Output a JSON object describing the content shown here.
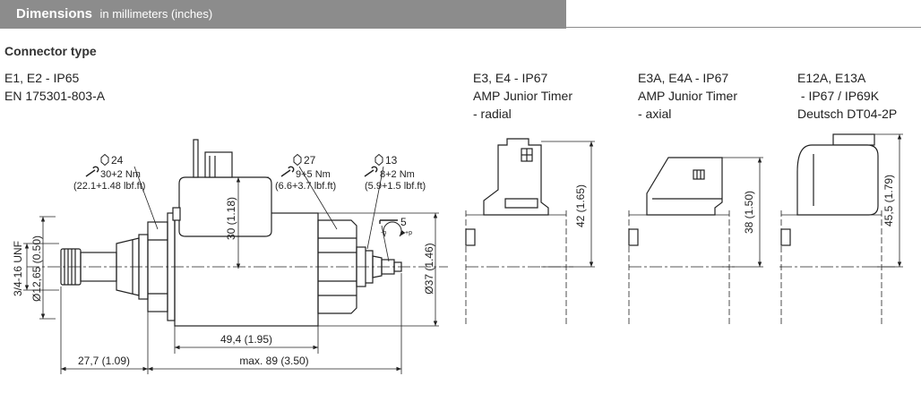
{
  "header": {
    "title": "Dimensions",
    "subtitle": "in millimeters (inches)",
    "bar_color": "#8c8c8c"
  },
  "section_title": "Connector type",
  "variants": [
    {
      "lines": [
        "E1, E2 - IP65",
        "EN 175301-803-A"
      ]
    },
    {
      "lines": [
        "E3, E4 - IP67",
        "AMP Junior Timer",
        "- radial"
      ]
    },
    {
      "lines": [
        "E3A, E4A - IP67",
        "AMP Junior Timer",
        "- axial"
      ]
    },
    {
      "lines": [
        "E12A, E13A",
        " - IP67 / IP69K",
        "Deutsch DT04-2P"
      ]
    }
  ],
  "dimensions": {
    "wrench_24": "24",
    "torque_24": "30+2 Nm",
    "torque_24_imp": "(22.1+1.48 lbf.ft)",
    "wrench_27": "27",
    "torque_27": "9+5 Nm",
    "torque_27_imp": "(6.6+3.7 lbf.ft)",
    "wrench_13": "13",
    "torque_13": "8+2 Nm",
    "torque_13_imp": "(5.9+1.5 lbf.ft)",
    "hex_key_5": "5",
    "adjust_minus": "-p",
    "adjust_plus": "+p",
    "dia_12_65": "Ø12,65 (0.50)",
    "thread": "3/4-16 UNF",
    "height_30": "30 (1.18)",
    "dia_37": "Ø37 (1.46)",
    "len_49_4": "49,4 (1.95)",
    "len_27_7": "27,7 (1.09)",
    "len_max89": "max. 89 (3.50)",
    "e3_height": "42 (1.65)",
    "e3a_height": "38 (1.50)",
    "e12_height": "45,5 (1.79)"
  }
}
